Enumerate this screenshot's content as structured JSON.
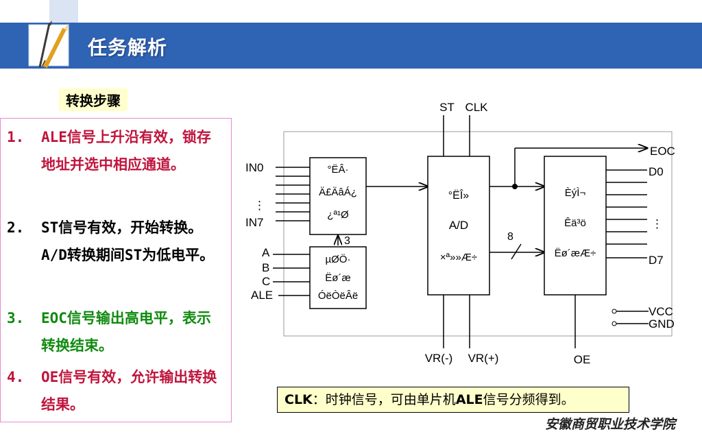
{
  "header": {
    "title": "任务解析"
  },
  "section_label": "转换步骤",
  "steps": [
    {
      "num": "1.",
      "text": "ALE信号上升沿有效，锁存地址并选中相应通道。",
      "color": "#c0143c"
    },
    {
      "num": "2.",
      "text": "ST信号有效，开始转换。A/D转换期间ST为低电平。",
      "color": "#000000"
    },
    {
      "num": "3.",
      "text": "EOC信号输出高电平，表示转换结束。",
      "color": "#0f8a0f"
    },
    {
      "num": "4.",
      "text": "OE信号有效，允许输出转换结果。",
      "color": "#c0143c"
    }
  ],
  "diagram": {
    "top_labels": {
      "st": "ST",
      "clk": "CLK"
    },
    "inputs": {
      "in0": "IN0",
      "dots": "⋮",
      "in7": "IN7",
      "a": "A",
      "b": "B",
      "c": "C",
      "ale": "ALE"
    },
    "mux_box": {
      "line1": "°ËÂ·",
      "line2": "Ä£ÄâÁ¿",
      "line3": "¿ª¹Ø"
    },
    "addr_box": {
      "line1": "µØÖ·",
      "line2": "Ëø´æ",
      "line3": "ÓëÒëÂë"
    },
    "adc_box": {
      "line1": "°ËÎ»",
      "line2": "A/D",
      "line3": "×ª»»Æ÷"
    },
    "latch_box": {
      "line1": "ÈýÌ¬",
      "line2": "Êä³ö",
      "line3": "Ëø´æÆ÷"
    },
    "bus_label_3": "3",
    "bus_label_8": "8",
    "outputs": {
      "eoc": "EOC",
      "d0": "D0",
      "dots": "⋮",
      "d7": "D7",
      "vcc": "VCC",
      "gnd": "GND"
    },
    "bottom_labels": {
      "vr_minus": "VR(-)",
      "vr_plus": "VR(+)",
      "oe": "OE"
    }
  },
  "note": {
    "prefix": "CLK",
    "sep": "：",
    "text1": "时钟信号，可由单片机",
    "bold": "ALE",
    "text2": "信号分频得到。"
  },
  "footer_school": "安徽商贸职业技术学院"
}
